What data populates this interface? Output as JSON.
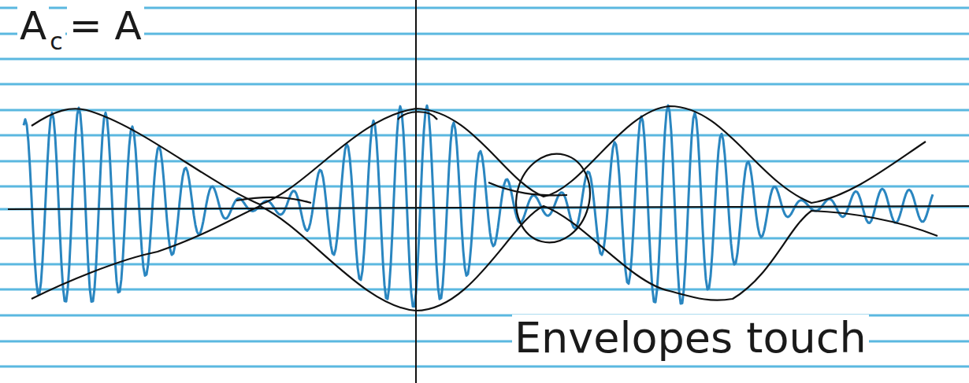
{
  "diagram": {
    "labels": [
      "A",
      "c",
      "= A",
      "Envelopes touch"
    ]
  }
}
